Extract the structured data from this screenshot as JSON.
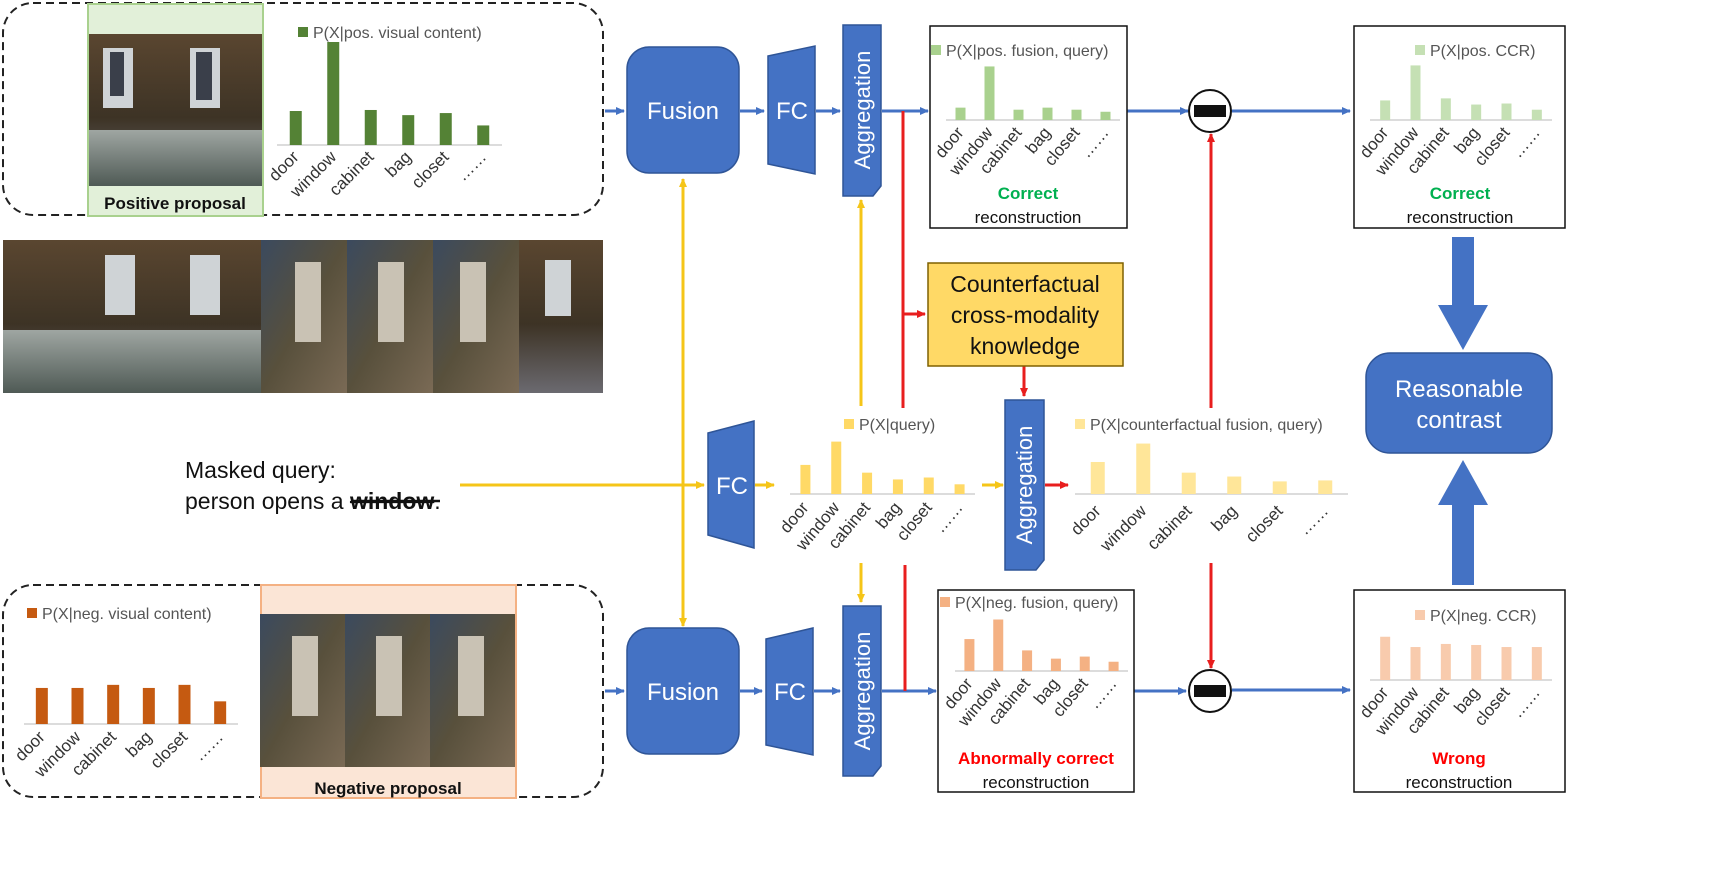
{
  "colors": {
    "blue": "#4472c4",
    "blue_dark": "#2f5597",
    "yellow": "#f5c518",
    "yellow_fill": "#ffd966",
    "red": "#e81e1e",
    "green_dark": "#548235",
    "green_light": "#a9d18e",
    "green_pale": "#c5e0b4",
    "orange_dark": "#c55a11",
    "orange_light": "#f4b183",
    "orange_pale": "#f8cbad",
    "yellow_bar": "#ffd966",
    "yellow_pale": "#ffe699",
    "correct_green": "#00b050",
    "wrong_red": "#ff0000"
  },
  "categories": [
    "door",
    "window",
    "cabinet",
    "bag",
    "closet",
    "……"
  ],
  "proposals": {
    "positive": {
      "caption": "Positive proposal",
      "chart_title": "P(X|pos. visual content)",
      "values": [
        0.33,
        1.0,
        0.34,
        0.29,
        0.31,
        0.19
      ]
    },
    "negative": {
      "caption": "Negative proposal",
      "chart_title": "P(X|neg. visual content)",
      "values": [
        0.35,
        0.35,
        0.38,
        0.35,
        0.38,
        0.22
      ]
    }
  },
  "query": {
    "line1": "Masked query:",
    "line2_prefix": "person opens a ",
    "masked_word": "window",
    "line2_suffix": "."
  },
  "blocks": {
    "fusion": "Fusion",
    "fc": "FC",
    "aggregation": "Aggregation",
    "knowledge": [
      "Counterfactual",
      "cross-modality",
      "knowledge"
    ],
    "contrast": [
      "Reasonable",
      "contrast"
    ],
    "minus": "minus"
  },
  "charts": {
    "pos_fusion": {
      "title": "P(X|pos. fusion, query)",
      "values": [
        0.12,
        0.52,
        0.1,
        0.12,
        0.1,
        0.08
      ],
      "verdict": "Correct",
      "verdict_sub": "reconstruction"
    },
    "pos_ccr": {
      "title": "P(X|pos. CCR)",
      "values": [
        0.19,
        0.53,
        0.21,
        0.15,
        0.16,
        0.1
      ],
      "verdict": "Correct",
      "verdict_sub": "reconstruction"
    },
    "query": {
      "title": "P(X|query)",
      "values": [
        0.3,
        0.54,
        0.22,
        0.15,
        0.17,
        0.1
      ]
    },
    "cf_fusion": {
      "title": "P(X|counterfactual fusion, query)",
      "values": [
        0.33,
        0.52,
        0.22,
        0.18,
        0.13,
        0.14
      ]
    },
    "neg_fusion": {
      "title": "P(X|neg. fusion, query)",
      "values": [
        0.31,
        0.5,
        0.2,
        0.12,
        0.14,
        0.09
      ],
      "verdict": "Abnormally correct",
      "verdict_sub": "reconstruction"
    },
    "neg_ccr": {
      "title": "P(X|neg. CCR)",
      "values": [
        0.42,
        0.32,
        0.35,
        0.34,
        0.32,
        0.32
      ],
      "verdict": "Wrong",
      "verdict_sub": "reconstruction"
    }
  }
}
